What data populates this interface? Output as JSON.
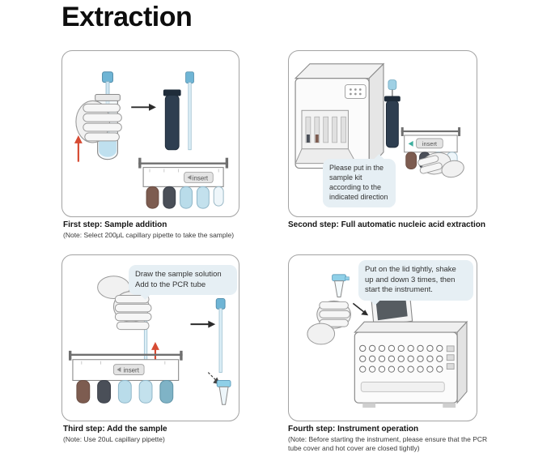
{
  "page": {
    "title": "Extraction"
  },
  "colors": {
    "accent_blue": "#8fd0e8",
    "pipette_cap_blue": "#6fb5d5",
    "bubble_background": "#e6eff4",
    "panel_border": "#a3a3a3",
    "red_arrow": "#d64b33",
    "teal_arrow": "#3fae9e",
    "dark_tube": "#2e3e50",
    "brown_tube": "#7d5c50",
    "gray_tube": "#4a4f58",
    "light_blue_tube": "#b9dcea"
  },
  "steps": [
    {
      "caption_title": "First step: Sample addition",
      "caption_note": "(Note: Select 200μL capillary pipette to take the sample)",
      "kit_label": "insert"
    },
    {
      "caption_title": "Second step: Full automatic nucleic acid extraction",
      "caption_note": "",
      "bubble_text": "Please put in the sample kit according to the indicated direction",
      "kit_label": "insert"
    },
    {
      "caption_title": "Third step: Add the sample",
      "caption_note": "(Note: Use 20uL capillary pipette)",
      "bubble_text": "Draw the sample solution\nAdd to the PCR tube",
      "kit_label": "insert"
    },
    {
      "caption_title": "Fourth step: Instrument operation",
      "caption_note": "(Note: Before starting the instrument, please ensure that the PCR tube cover and hot cover are closed tightly)",
      "bubble_text": "Put on the lid tightly, shake up and down 3 times, then start the instrument."
    }
  ]
}
